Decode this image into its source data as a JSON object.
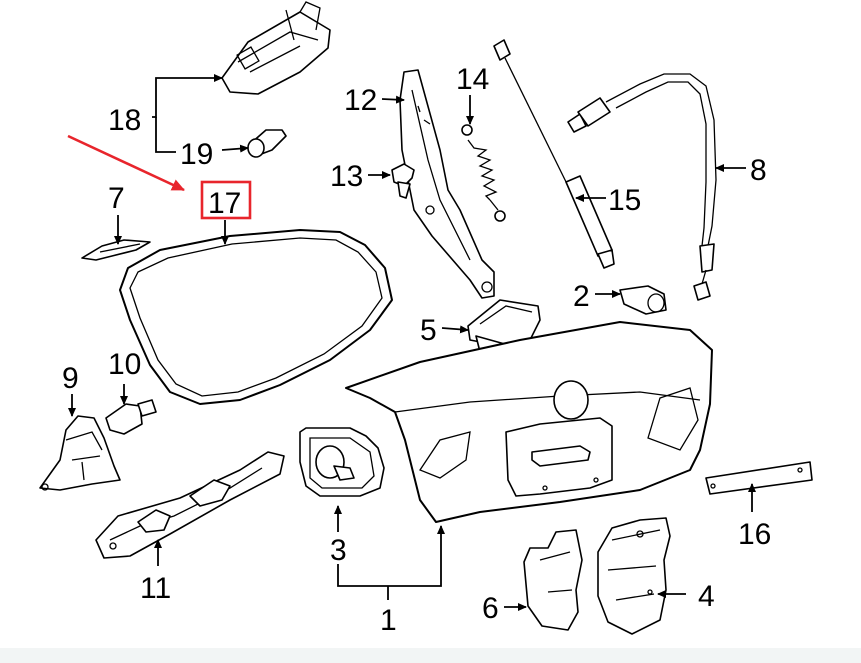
{
  "callouts": {
    "c1": "1",
    "c2": "2",
    "c3": "3",
    "c4": "4",
    "c5": "5",
    "c6": "6",
    "c7": "7",
    "c8": "8",
    "c9": "9",
    "c10": "10",
    "c11": "11",
    "c12": "12",
    "c13": "13",
    "c14": "14",
    "c15": "15",
    "c16": "16",
    "c17": "17",
    "c18": "18",
    "c19": "19"
  },
  "highlight": {
    "part": "17",
    "color": "#e8252c"
  }
}
